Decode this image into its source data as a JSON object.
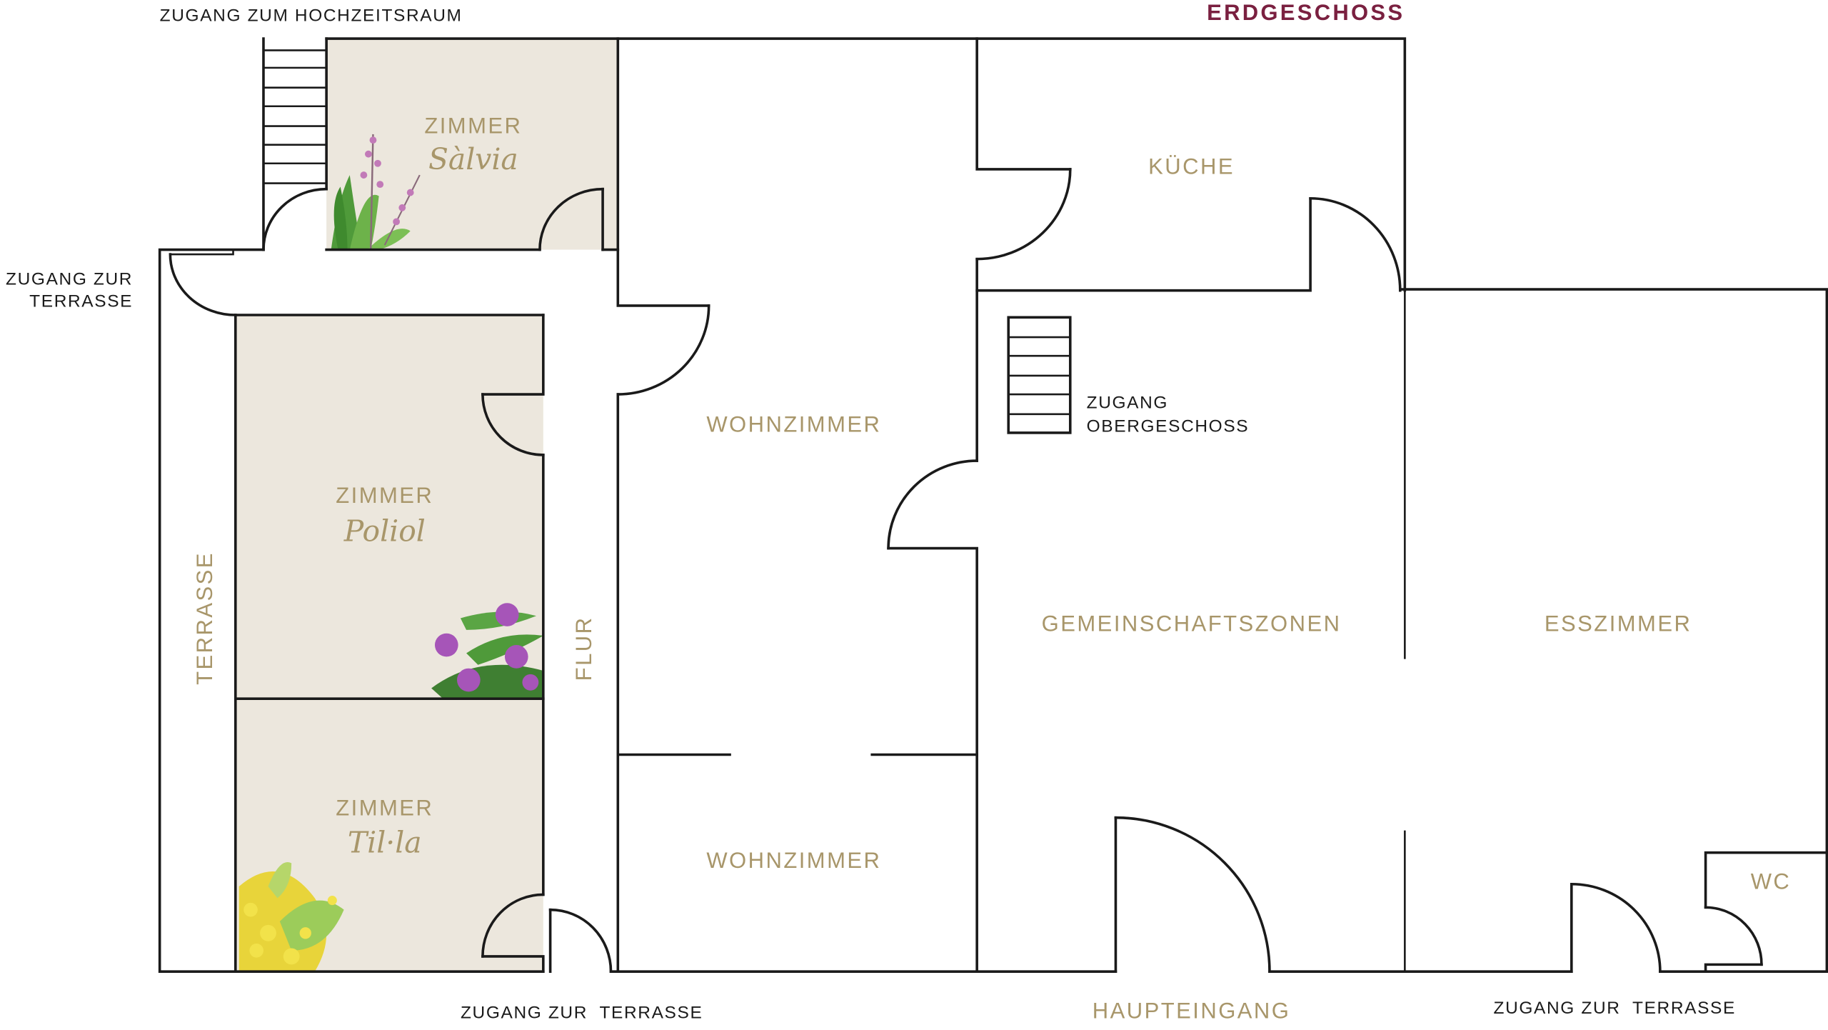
{
  "title": "ERDGESCHOSS",
  "colors": {
    "accent_gold": "#a8966a",
    "title": "#7a2040",
    "room_fill": "#ece7dd",
    "wall": "#1a1a1a"
  },
  "rooms": {
    "salvia": {
      "prefix": "ZIMMER",
      "name": "Sàlvia"
    },
    "poliol": {
      "prefix": "ZIMMER",
      "name": "Poliol"
    },
    "tila": {
      "prefix": "ZIMMER",
      "name": "Til·la"
    },
    "wohnzimmer_1": "WOHNZIMMER",
    "wohnzimmer_2": "WOHNZIMMER",
    "kueche": "KÜCHE",
    "gemeinschaftszonen": "GEMEINSCHAFTSZONEN",
    "esszimmer": "ESSZIMMER",
    "wc": "WC",
    "terrasse": "TERRASSE",
    "flur": "FLUR"
  },
  "access": {
    "hochzeitsraum": "ZUGANG ZUM HOCHZEITSRAUM",
    "terrasse_left_1": "ZUGANG ZUR",
    "terrasse_left_2": "TERRASSE",
    "obergeschoss_1": "ZUGANG",
    "obergeschoss_2": "OBERGESCHOSS",
    "terrasse_bottom_left": "ZUGANG ZUR  TERRASSE",
    "haupteingang": "HAUPTEINGANG",
    "terrasse_bottom_right": "ZUGANG ZUR  TERRASSE"
  }
}
